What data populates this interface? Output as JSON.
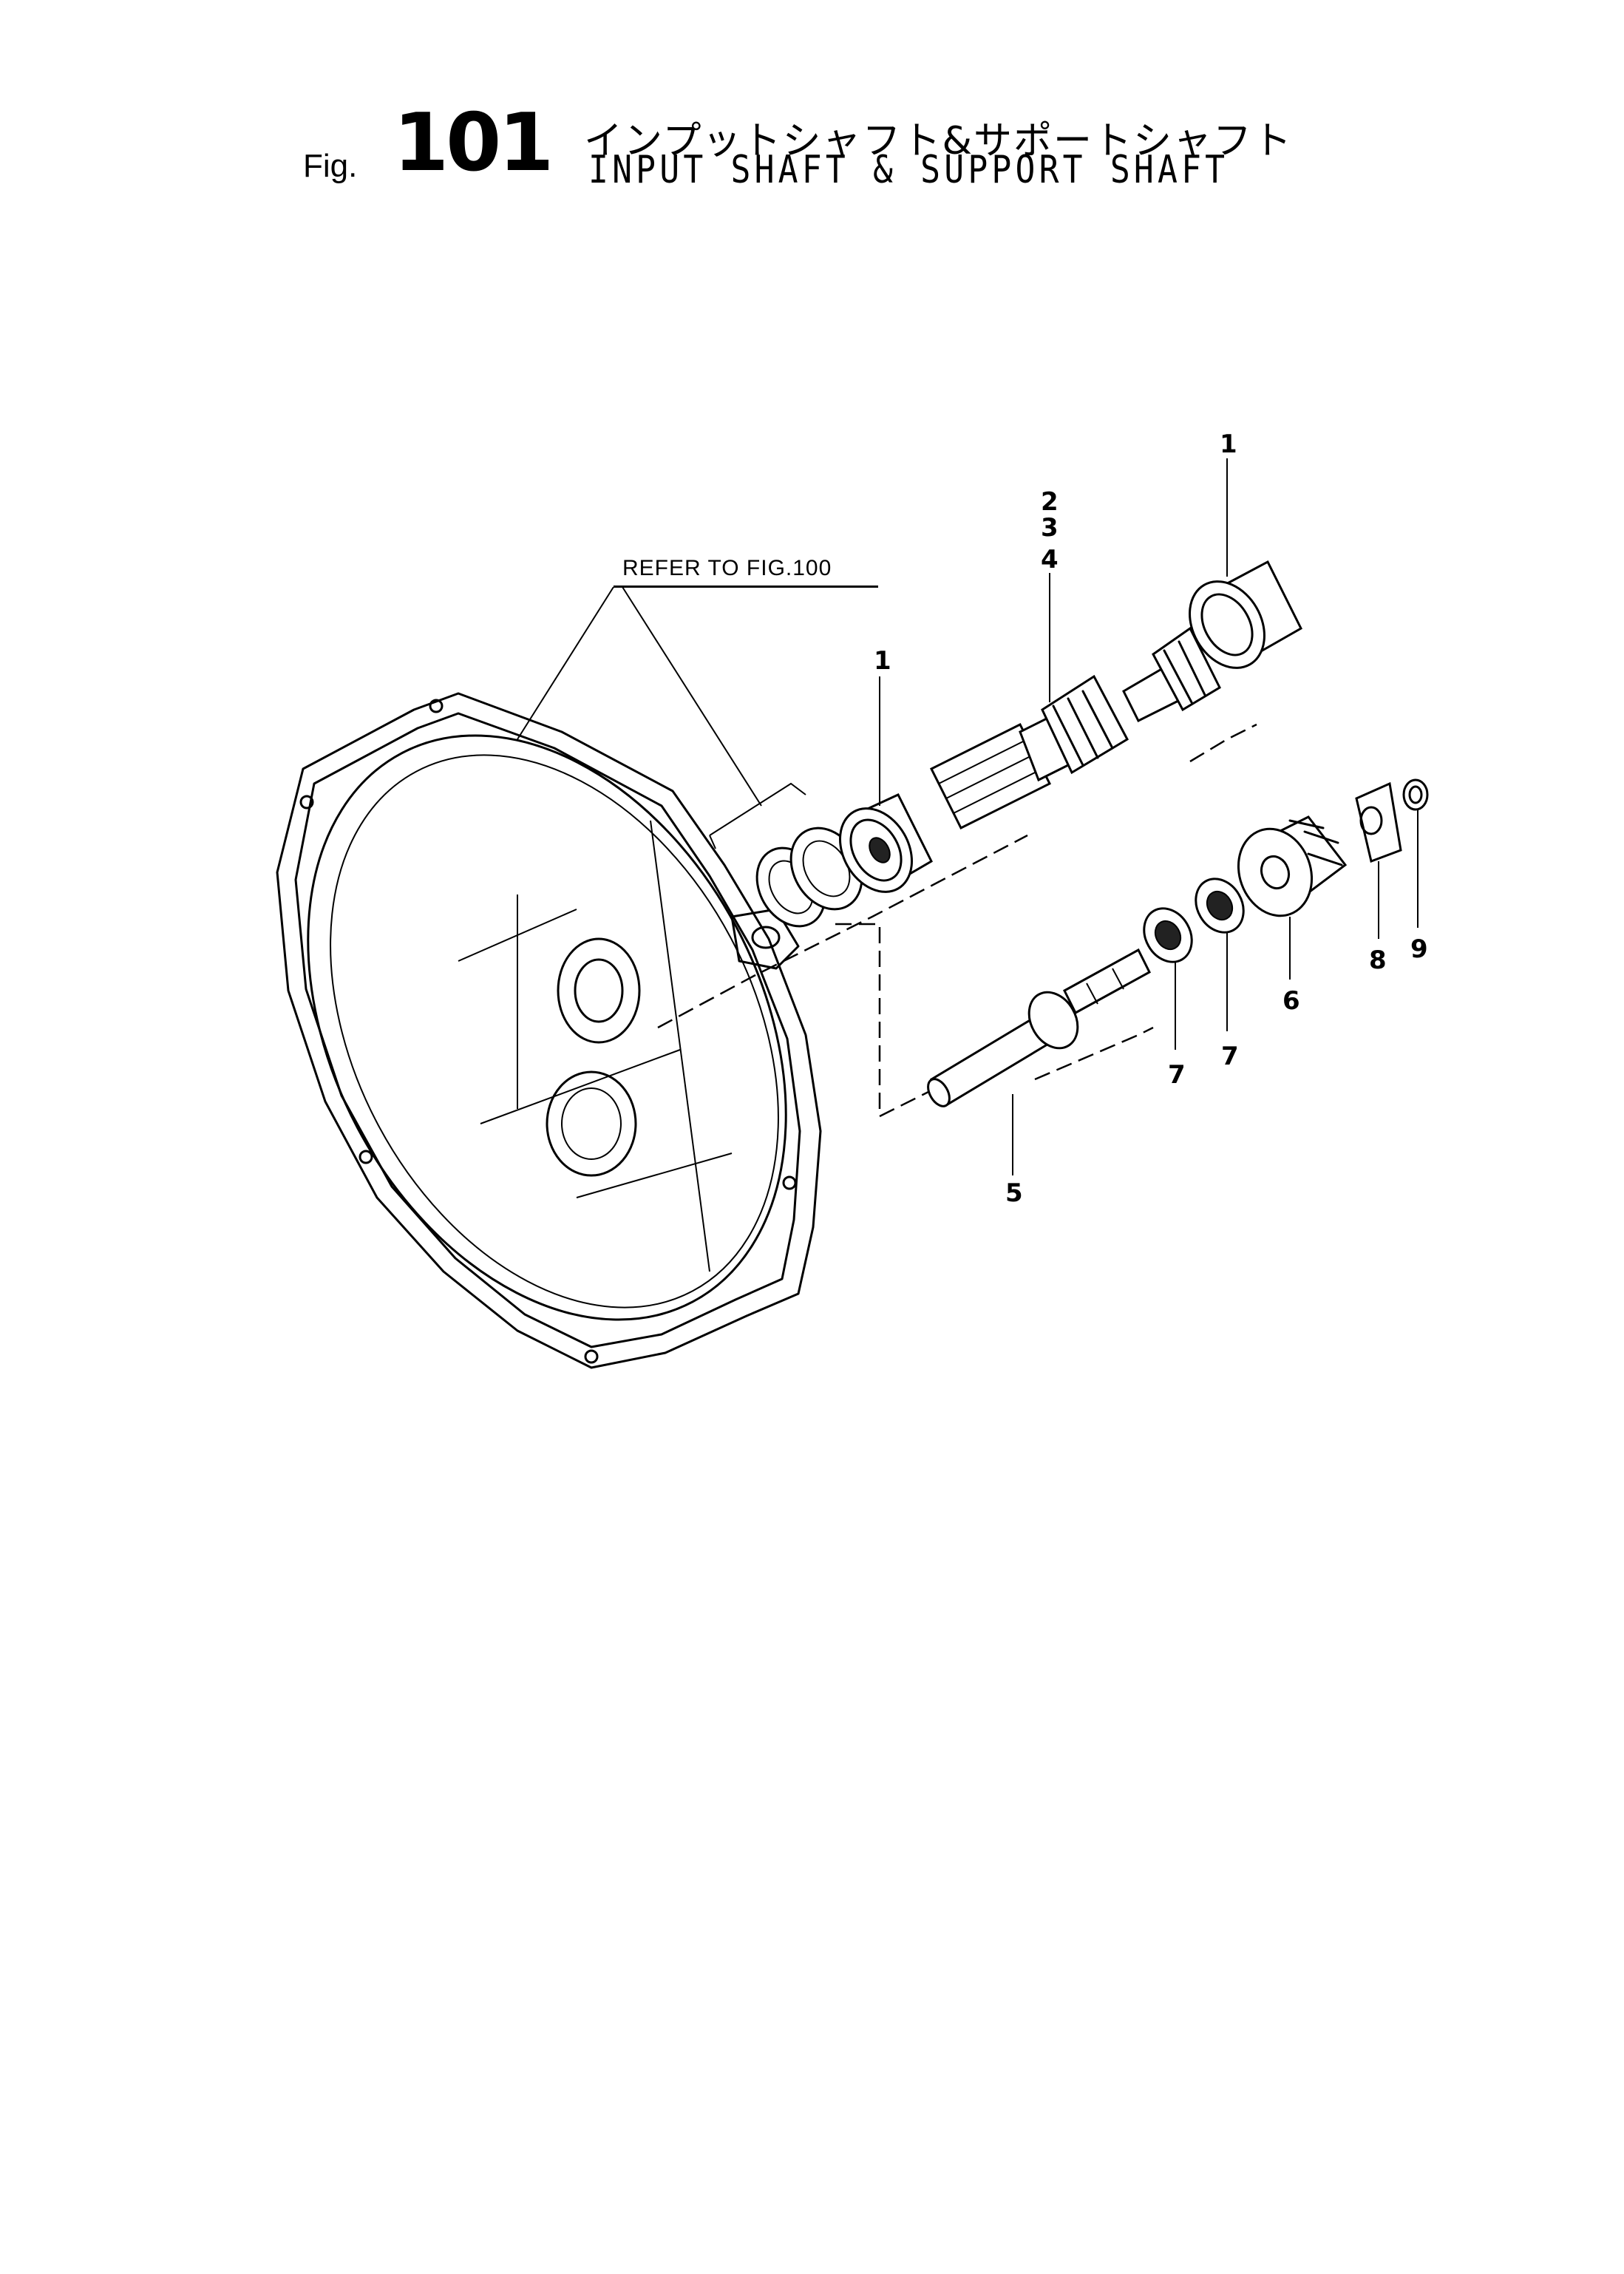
{
  "header": {
    "fig_prefix": "Fig.",
    "fig_number": "101",
    "title_jp": "インプットシャフト&サポートシャフト",
    "title_en": "INPUT SHAFT & SUPPORT SHAFT"
  },
  "diagram": {
    "refer_note": "REFER TO FIG.100",
    "callouts": {
      "bearing_right": "1",
      "bearing_left": "1",
      "gear_group": [
        "2",
        "3",
        "4"
      ],
      "support_shaft": "5",
      "idler_gear": "6",
      "needle_bearing_left": "7",
      "needle_bearing_right": "7",
      "plate": "8",
      "ring": "9"
    }
  }
}
